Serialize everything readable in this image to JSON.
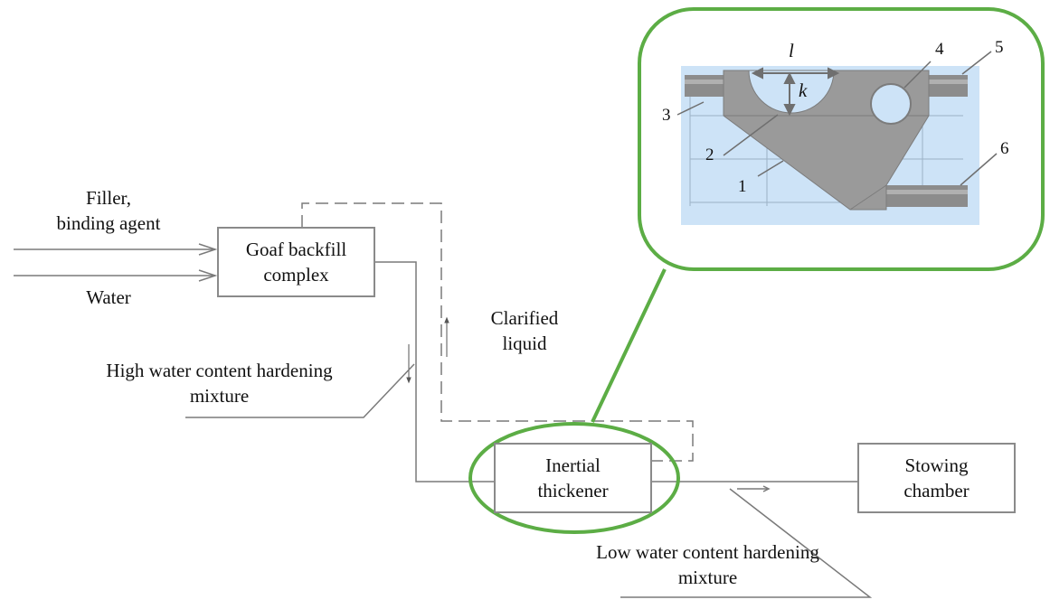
{
  "diagram": {
    "inputs": {
      "filler_line1": "Filler,",
      "filler_line2": "binding agent",
      "water": "Water"
    },
    "boxes": {
      "goaf_line1": "Goaf backfill",
      "goaf_line2": "complex",
      "thickener_line1": "Inertial",
      "thickener_line2": "thickener",
      "stowing_line1": "Stowing",
      "stowing_line2": "chamber"
    },
    "flows": {
      "clarified_line1": "Clarified",
      "clarified_line2": "liquid",
      "high_line1": "High water content hardening",
      "high_line2": "mixture",
      "low_line1": "Low water content hardening",
      "low_line2": "mixture"
    },
    "inset": {
      "dim_l": "l",
      "dim_k": "k",
      "callouts": [
        "1",
        "2",
        "3",
        "4",
        "5",
        "6"
      ]
    },
    "colors": {
      "highlight": "#5cad45",
      "line": "#7a7a7a",
      "inset_bg": "#cde3f7",
      "body": "#9a9a9a"
    }
  }
}
